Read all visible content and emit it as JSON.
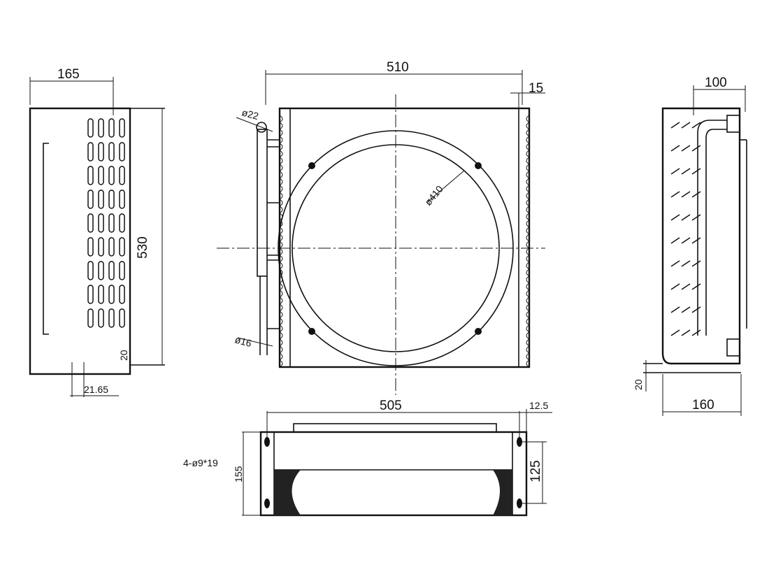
{
  "drawing": {
    "left_view": {
      "width_label": "165",
      "height_label": "530",
      "foot_label": "20",
      "offset_label": "21.65"
    },
    "front_view": {
      "width_label": "510",
      "edge_label": "15",
      "inlet_label": "ø22",
      "outlet_label": "ø16",
      "fan_label": "ø410"
    },
    "bottom_view": {
      "width_label": "505",
      "edge_label": "12.5",
      "holes_label": "4-ø9*19",
      "depth_label": "155",
      "spacing_label": "125"
    },
    "right_view": {
      "top_label": "100",
      "foot_label": "20",
      "width_label": "160"
    }
  }
}
